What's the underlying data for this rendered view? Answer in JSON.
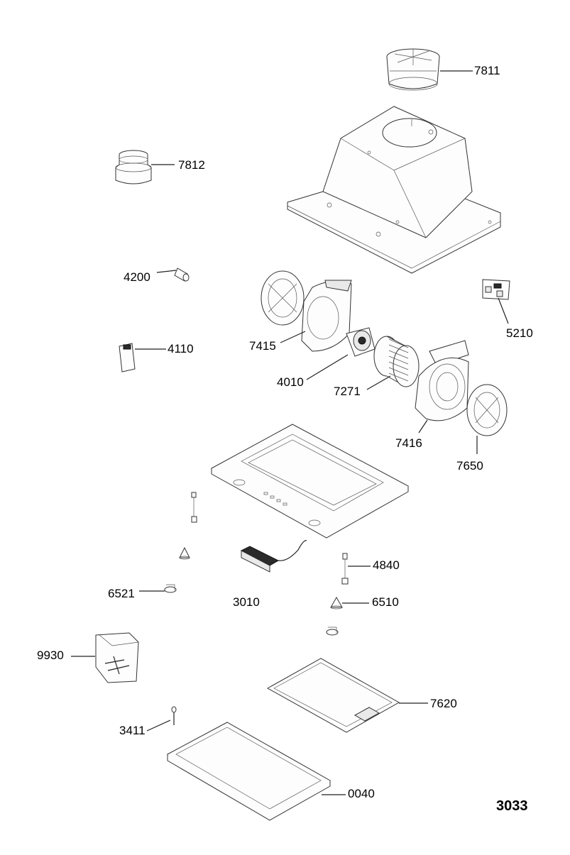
{
  "page_number": "3033",
  "parts": [
    {
      "id": "7811",
      "label": "7811"
    },
    {
      "id": "7812",
      "label": "7812"
    },
    {
      "id": "4200",
      "label": "4200"
    },
    {
      "id": "5210",
      "label": "5210"
    },
    {
      "id": "7415",
      "label": "7415"
    },
    {
      "id": "4110",
      "label": "4110"
    },
    {
      "id": "4010",
      "label": "4010"
    },
    {
      "id": "7271",
      "label": "7271"
    },
    {
      "id": "7416",
      "label": "7416"
    },
    {
      "id": "7650",
      "label": "7650"
    },
    {
      "id": "4840",
      "label": "4840"
    },
    {
      "id": "6521",
      "label": "6521"
    },
    {
      "id": "3010",
      "label": "3010"
    },
    {
      "id": "6510",
      "label": "6510"
    },
    {
      "id": "9930",
      "label": "9930"
    },
    {
      "id": "7620",
      "label": "7620"
    },
    {
      "id": "3411",
      "label": "3411"
    },
    {
      "id": "0040",
      "label": "0040"
    }
  ]
}
